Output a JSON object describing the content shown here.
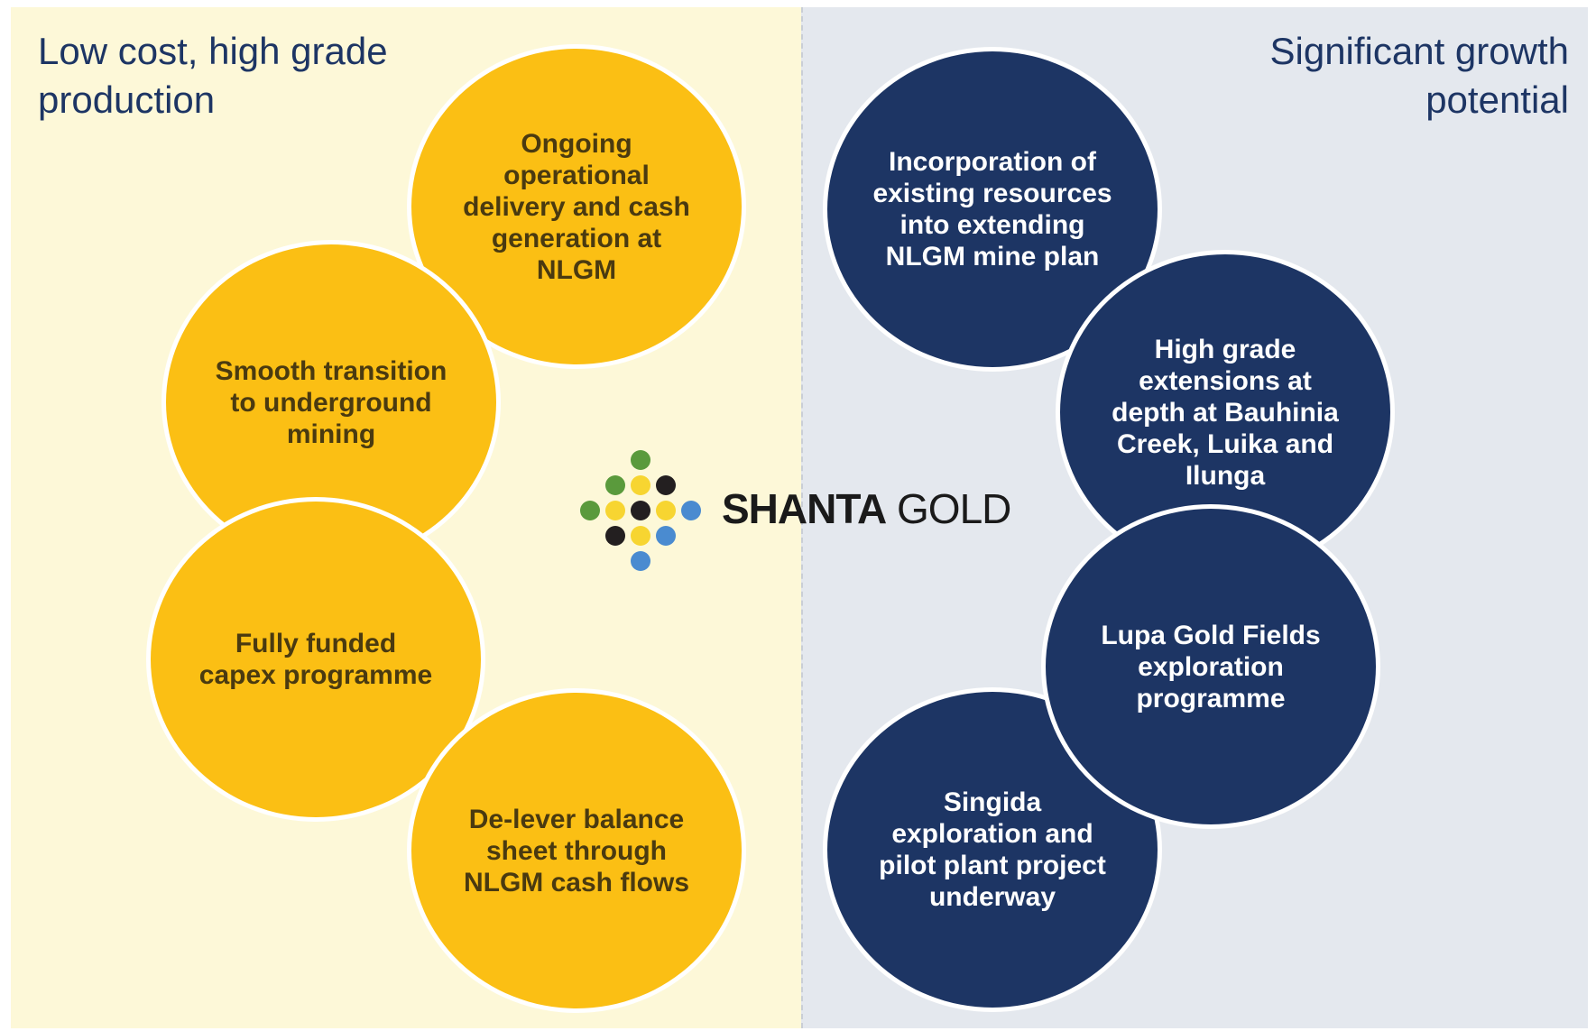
{
  "left": {
    "heading_lines": [
      "Low cost, high grade",
      "production"
    ],
    "circles": [
      {
        "lines": [
          "Ongoing",
          "operational",
          "delivery and cash",
          "generation at",
          "NLGM"
        ]
      },
      {
        "lines": [
          "Smooth transition",
          "to underground",
          "mining"
        ]
      },
      {
        "lines": [
          "Fully funded",
          "capex programme"
        ]
      },
      {
        "lines": [
          "De-lever balance",
          "sheet through",
          "NLGM cash flows"
        ]
      }
    ]
  },
  "right": {
    "heading_lines": [
      "Significant growth",
      "potential"
    ],
    "circles": [
      {
        "lines": [
          "Incorporation of",
          "existing resources",
          "into extending",
          "NLGM mine plan"
        ]
      },
      {
        "lines": [
          "High grade",
          "extensions at",
          "depth at Bauhinia",
          "Creek, Luika and",
          "Ilunga"
        ]
      },
      {
        "lines": [
          "Lupa Gold Fields",
          "exploration",
          "programme"
        ]
      },
      {
        "lines": [
          "Singida",
          "exploration and",
          "pilot plant  project",
          "underway"
        ]
      }
    ]
  },
  "logo": {
    "word_bold": "SHANTA",
    "word_light": " GOLD",
    "dot_colors": {
      "green": "#5a9a3c",
      "yellow": "#f7d531",
      "black": "#231f20",
      "blue": "#4a8bd0"
    }
  },
  "colors": {
    "gold_circle": "#fbbf14",
    "navy_circle": "#1d3564",
    "left_bg": "#fdf8d8",
    "right_bg": "#e4e8ee"
  }
}
